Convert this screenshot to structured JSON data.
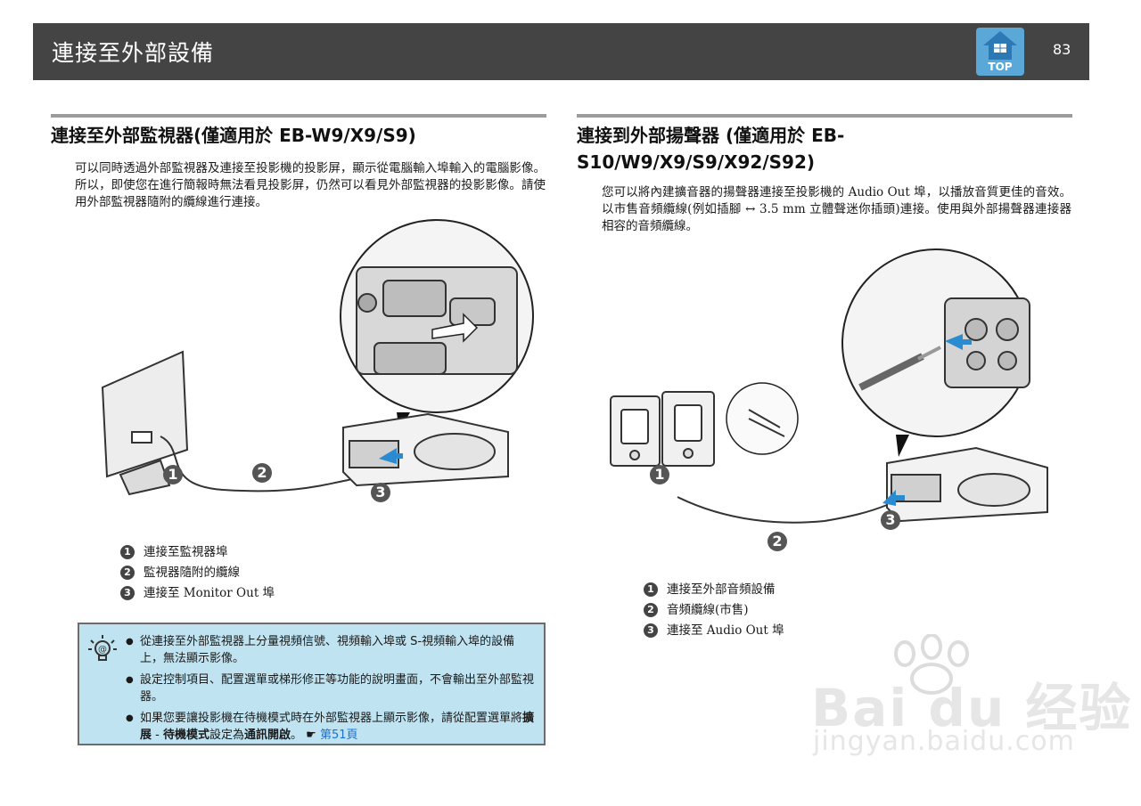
{
  "header": {
    "title": "連接至外部設備",
    "top_label": "TOP",
    "page_number": "83"
  },
  "left": {
    "heading": "連接至外部監視器(僅適用於 EB-W9/X9/S9)",
    "paragraph": "可以同時透過外部監視器及連接至投影機的投影屏，顯示從電腦輸入埠輸入的電腦影像。所以，即使您在進行簡報時無法看見投影屏，仍然可以看見外部監視器的投影影像。請使用外部監視器隨附的纜線進行連接。",
    "callouts": [
      "1",
      "2",
      "3"
    ],
    "legend": [
      {
        "num": "1",
        "text": "連接至監視器埠"
      },
      {
        "num": "2",
        "text": "監視器隨附的纜線"
      },
      {
        "num": "3",
        "text": "連接至 Monitor Out 埠"
      }
    ],
    "note": {
      "icon": "lightbulb-icon",
      "item1": "從連接至外部監視器上分量視頻信號、視頻輸入埠或 S-視頻輸入埠的設備上，無法顯示影像。",
      "item2": "設定控制項目、配置選單或梯形修正等功能的說明畫面，不會輸出至外部監視器。",
      "item3_pre": "如果您要讓投影機在待機模式時在外部監視器上顯示影像，請從配置選單將",
      "item3_b1": "擴展",
      "item3_sep": " - ",
      "item3_b2": "待機模式",
      "item3_mid": "設定為",
      "item3_b3": "通訊開啟",
      "item3_end": "。 ☛ ",
      "item3_link": "第51頁"
    }
  },
  "right": {
    "heading": "連接到外部揚聲器 (僅適用於 EB-S10/W9/X9/S9/X92/S92)",
    "paragraph": "您可以將內建擴音器的揚聲器連接至投影機的 Audio Out 埠，以播放音質更佳的音效。以市售音頻纜線(例如插腳 ↔ 3.5 mm 立體聲迷你插頭)連接。使用與外部揚聲器連接器相容的音頻纜線。",
    "callouts": [
      "1",
      "2",
      "3"
    ],
    "legend": [
      {
        "num": "1",
        "text": "連接至外部音頻設備"
      },
      {
        "num": "2",
        "text": "音頻纜線(市售)"
      },
      {
        "num": "3",
        "text": "連接至 Audio Out 埠"
      }
    ]
  },
  "watermark": {
    "main": "Bai du 经验",
    "sub": "jingyan.baidu.com"
  }
}
